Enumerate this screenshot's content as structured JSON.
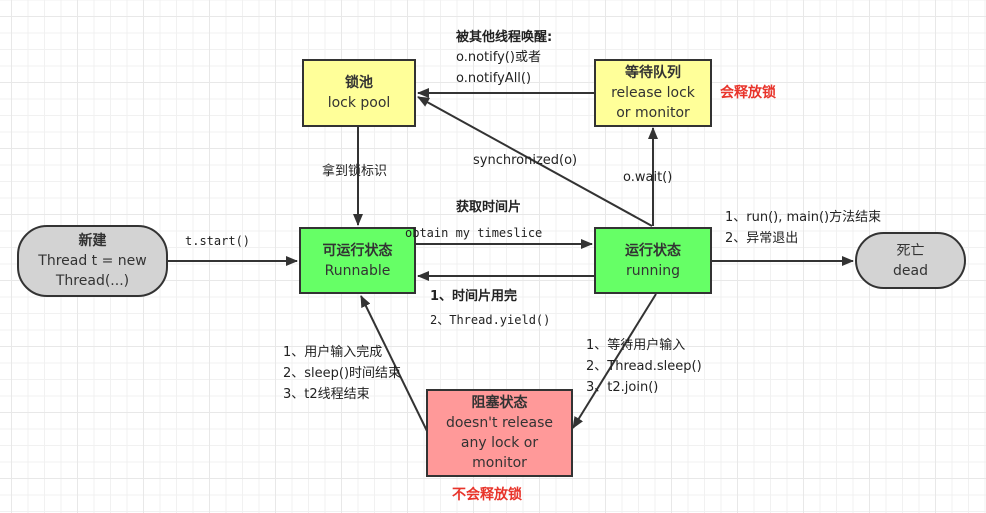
{
  "nodes": {
    "new": {
      "title": "新建",
      "line1": "Thread t = new",
      "line2": "Thread(...)"
    },
    "runnable": {
      "title": "可运行状态",
      "line1": "Runnable"
    },
    "running": {
      "title": "运行状态",
      "line1": "running"
    },
    "dead": {
      "title": "死亡",
      "line1": "dead"
    },
    "lock_pool": {
      "title": "锁池",
      "line1": "lock pool"
    },
    "wait_queue": {
      "title": "等待队列",
      "line1": "release lock",
      "line2": "or monitor"
    },
    "blocked": {
      "title": "阻塞状态",
      "line1": "doesn't release",
      "line2": "any lock or",
      "line3": "monitor"
    }
  },
  "edges": {
    "start": "t.start()",
    "get_lock": "拿到锁标识",
    "notify_title": "被其他线程唤醒:",
    "notify_1": "o.notify()或者",
    "notify_2": "o.notifyAll()",
    "synchronized": "synchronized(o)",
    "wait": "o.wait()",
    "timeslice_cn": "获取时间片",
    "timeslice_en": "obtain my timeslice",
    "yield_1": "1、时间片用完",
    "yield_2": "2、Thread.yield()",
    "end_1": "1、run(), main()方法结束",
    "end_2": "2、异常退出",
    "unblock_1": "1、用户输入完成",
    "unblock_2": "2、sleep()时间结束",
    "unblock_3": "3、t2线程结束",
    "block_1": "1、等待用户输入",
    "block_2": "2、Thread.sleep()",
    "block_3": "3、t2.join()"
  },
  "annotations": {
    "releases_lock": "会释放锁",
    "no_release_lock": "不会释放锁"
  },
  "colors": {
    "yellow": "#ffff99",
    "green": "#66ff66",
    "red": "#ff9999",
    "gray": "#d3d3d3",
    "accent_red": "#e8342b"
  }
}
